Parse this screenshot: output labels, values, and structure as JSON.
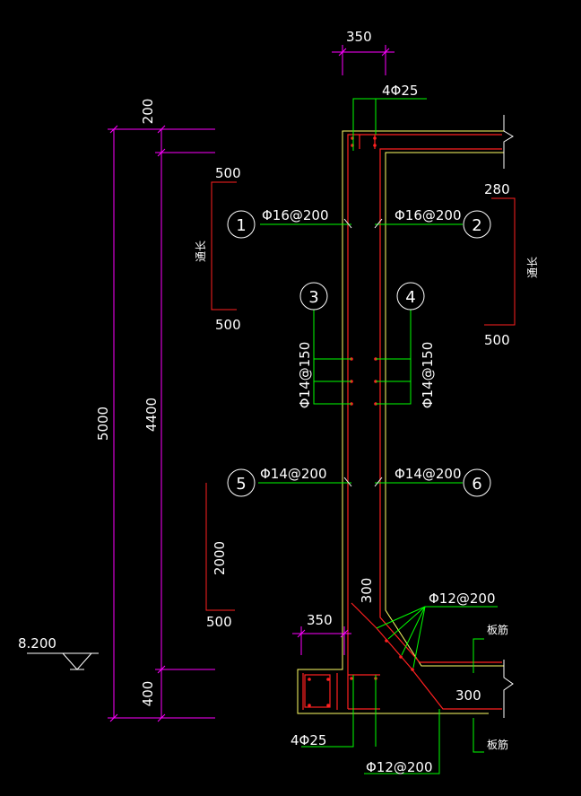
{
  "dims": {
    "top_width": "350",
    "bottom_width": "350",
    "total_height": "5000",
    "wall_height": "4400",
    "top_slab": "200",
    "base_thickness": "400",
    "haunch_v": "300",
    "haunch_h": "300",
    "anchor_len": "2000",
    "elevation": "8.200"
  },
  "bars": {
    "top_main": "4Φ25",
    "bottom_main": "4Φ25",
    "bar1": "Φ16@200",
    "bar2": "Φ16@200",
    "bar3": "Φ14@150",
    "bar4": "Φ14@150",
    "bar5": "Φ14@200",
    "bar6": "Φ14@200",
    "haunch": "Φ12@200",
    "stirrup": "Φ12@200"
  },
  "markers": [
    "1",
    "2",
    "3",
    "4",
    "5",
    "6"
  ],
  "notes": {
    "through_left": "通长",
    "through_right": "通长",
    "slab_top": "板筋",
    "slab_bottom": "板筋",
    "bar1_top": "500",
    "bar1_bottom": "500",
    "bar2_top": "280",
    "bar2_bottom": "500",
    "bar5_bottom": "500"
  },
  "colors": {
    "dim": "#ff00ff",
    "leader": "#00ff00",
    "rebar": "#ff2020",
    "concrete": "#ffff66",
    "text": "#ffffff"
  }
}
